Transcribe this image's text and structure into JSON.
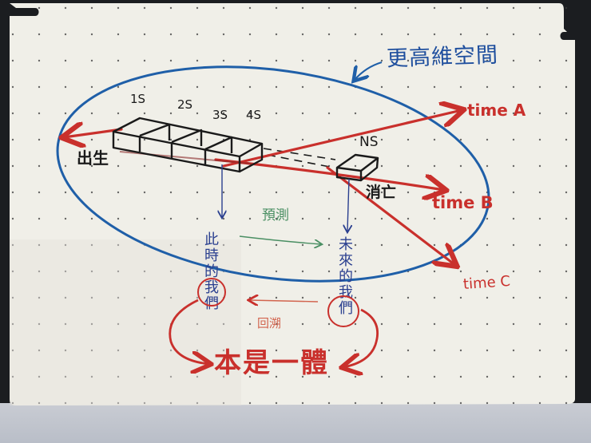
{
  "diagram": {
    "colors": {
      "paper": "#f0efe8",
      "ink_black": "#1a1a1a",
      "ink_blue": "#1f5fa8",
      "ink_red": "#c9302c",
      "ink_green": "#4a8f63",
      "navy_pen": "#2a3f8f"
    },
    "higher_dim_label": "更高維空間",
    "second_labels": [
      "1S",
      "2S",
      "3S",
      "4S"
    ],
    "end_box_label": "NS",
    "birth_label": "出生",
    "death_label": "消亡",
    "timelines": [
      {
        "label": "time A"
      },
      {
        "label": "time B"
      },
      {
        "label": "time C"
      }
    ],
    "present_self_label": "此時的我們",
    "future_self_label": "未來的我們",
    "predict_label": "預測",
    "trace_back_label": "回溯",
    "conclusion_label": "本是一體"
  }
}
